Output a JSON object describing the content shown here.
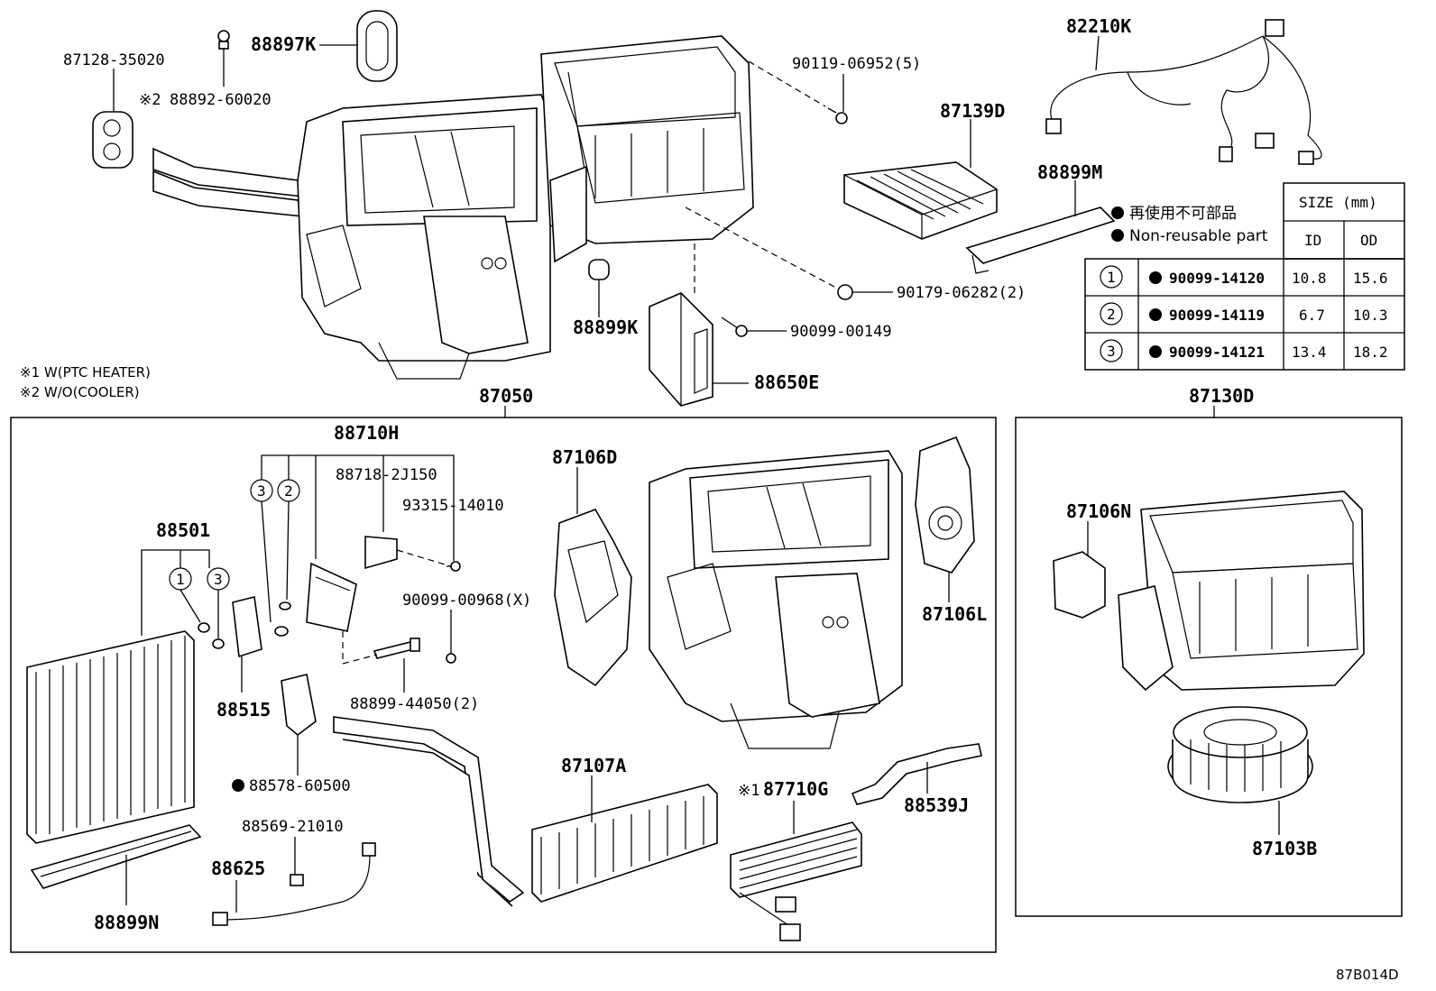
{
  "labels": {
    "p87128": "87128-35020",
    "p88892": "88892-60020",
    "p88892_mark": "※2",
    "p88897k": "88897K",
    "p90119": "90119-06952(5)",
    "p82210k": "82210K",
    "p87139d": "87139D",
    "p88899m": "88899M",
    "p90179": "90179-06282(2)",
    "p88899k": "88899K",
    "p90099_149": "90099-00149",
    "p88650e": "88650E",
    "p87050": "87050",
    "p87130d": "87130D",
    "p88710h": "88710H",
    "p88718": "88718-2J150",
    "p93315": "93315-14010",
    "p87106d": "87106D",
    "p88501": "88501",
    "p90099_968": "90099-00968(X)",
    "p88515": "88515",
    "p88899_44050": "88899-44050(2)",
    "p87106l": "87106L",
    "p87106n": "87106N",
    "p88578": "88578-60500",
    "p87107a": "87107A",
    "p87710g": "87710G",
    "p87710g_mark": "※1",
    "p88569": "88569-21010",
    "p88539j": "88539J",
    "p87103b": "87103B",
    "p88625": "88625",
    "p88899n": "88899N",
    "circ1": "1",
    "circ2": "2",
    "circ3": "3"
  },
  "notes": {
    "n1": "※1 W(PTC HEATER)",
    "n2": "※2 W/O(COOLER)"
  },
  "legend": {
    "jp": "再使用不可部品",
    "en": "Non-reusable part"
  },
  "size_table": {
    "title": "SIZE (mm)",
    "col_id": "ID",
    "col_od": "OD",
    "rows": [
      {
        "num": "1",
        "part": "90099-14120",
        "id": "10.8",
        "od": "15.6"
      },
      {
        "num": "2",
        "part": "90099-14119",
        "id": "6.7",
        "od": "10.3"
      },
      {
        "num": "3",
        "part": "90099-14121",
        "id": "13.4",
        "od": "18.2"
      }
    ]
  },
  "footer_code": "87B014D"
}
